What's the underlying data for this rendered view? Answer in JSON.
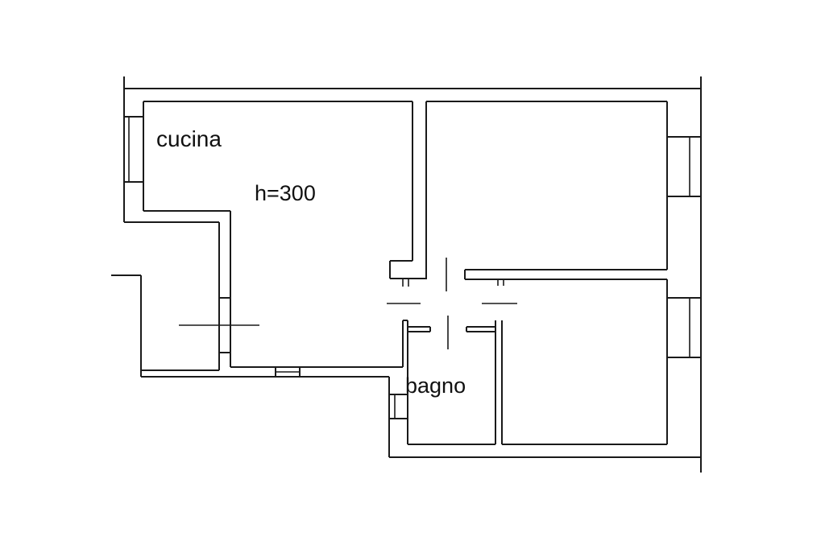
{
  "plan": {
    "rooms": [
      {
        "id": "cucina",
        "label": "cucina"
      },
      {
        "id": "bagno",
        "label": "bagno"
      }
    ],
    "ceiling_height": "h=300",
    "colors": {
      "background": "#ffffff",
      "line": "#1a1a1a",
      "text": "#111111"
    }
  }
}
